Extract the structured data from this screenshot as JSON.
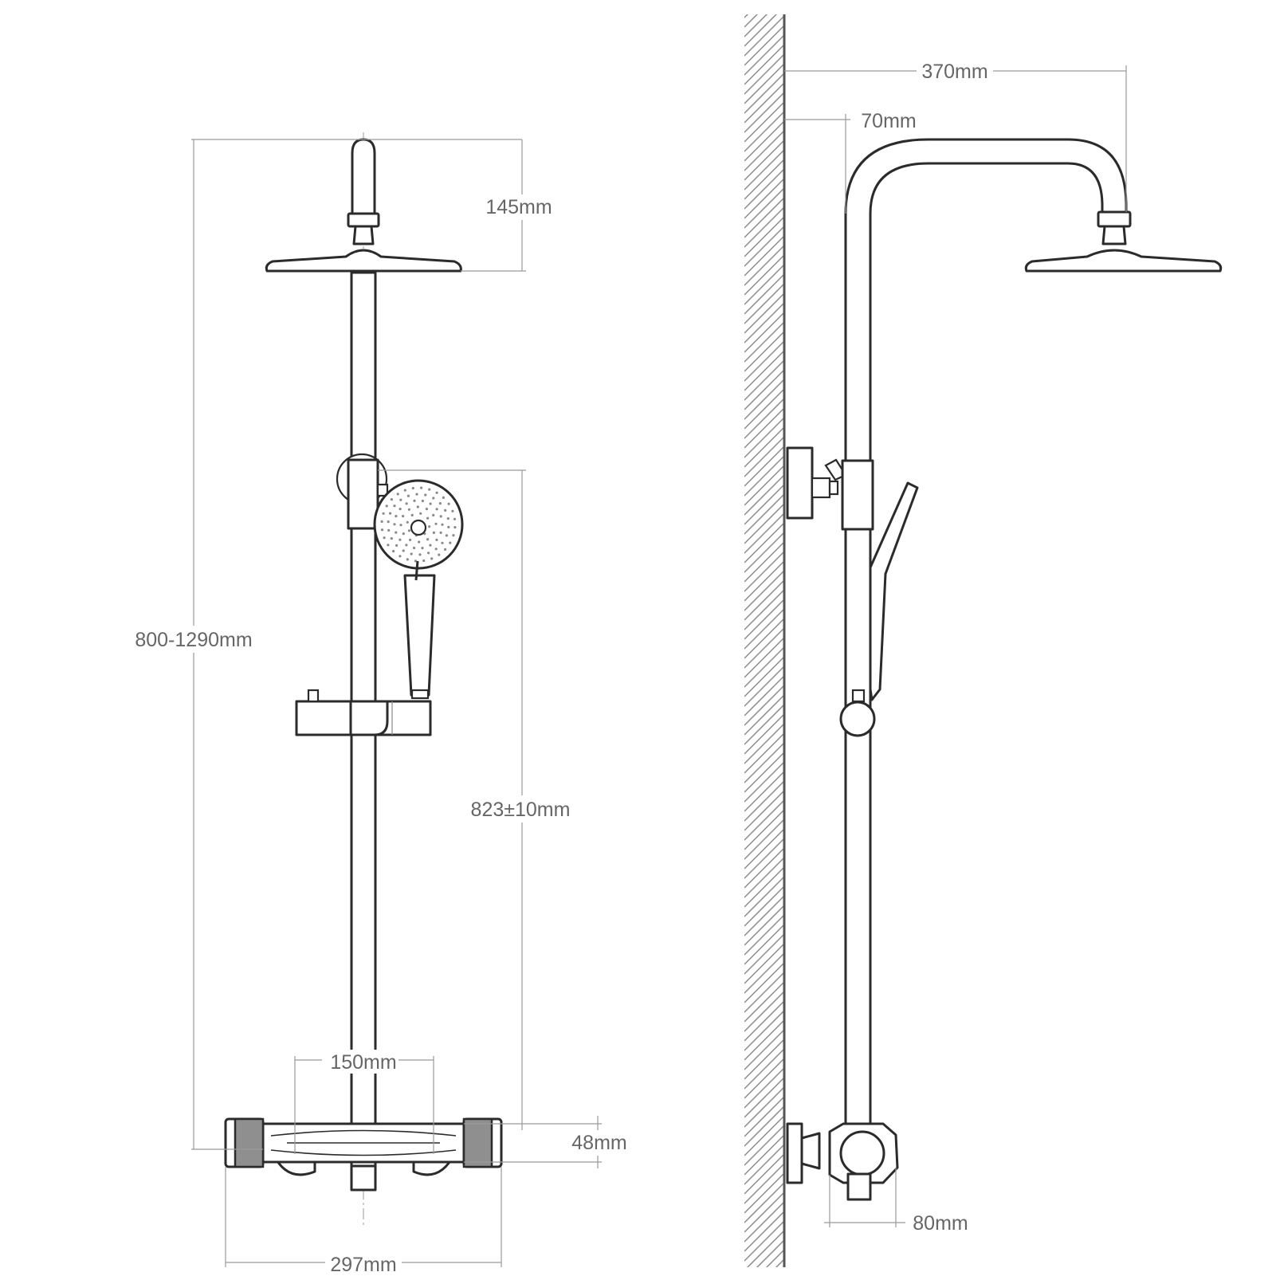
{
  "dimensions": {
    "front": {
      "total_height": "800-1290mm",
      "head_to_shower": "145mm",
      "rail_length": "823±10mm",
      "inlet_spacing": "150mm",
      "mixer_depth": "48mm",
      "mixer_width": "297mm"
    },
    "side": {
      "arm_reach": "370mm",
      "rail_offset": "70mm",
      "mixer_projection": "80mm"
    }
  },
  "colors": {
    "outline": "#2b2b2b",
    "dimension": "#9a9a9a",
    "text": "#666666",
    "grip": "#8f8f8f"
  }
}
